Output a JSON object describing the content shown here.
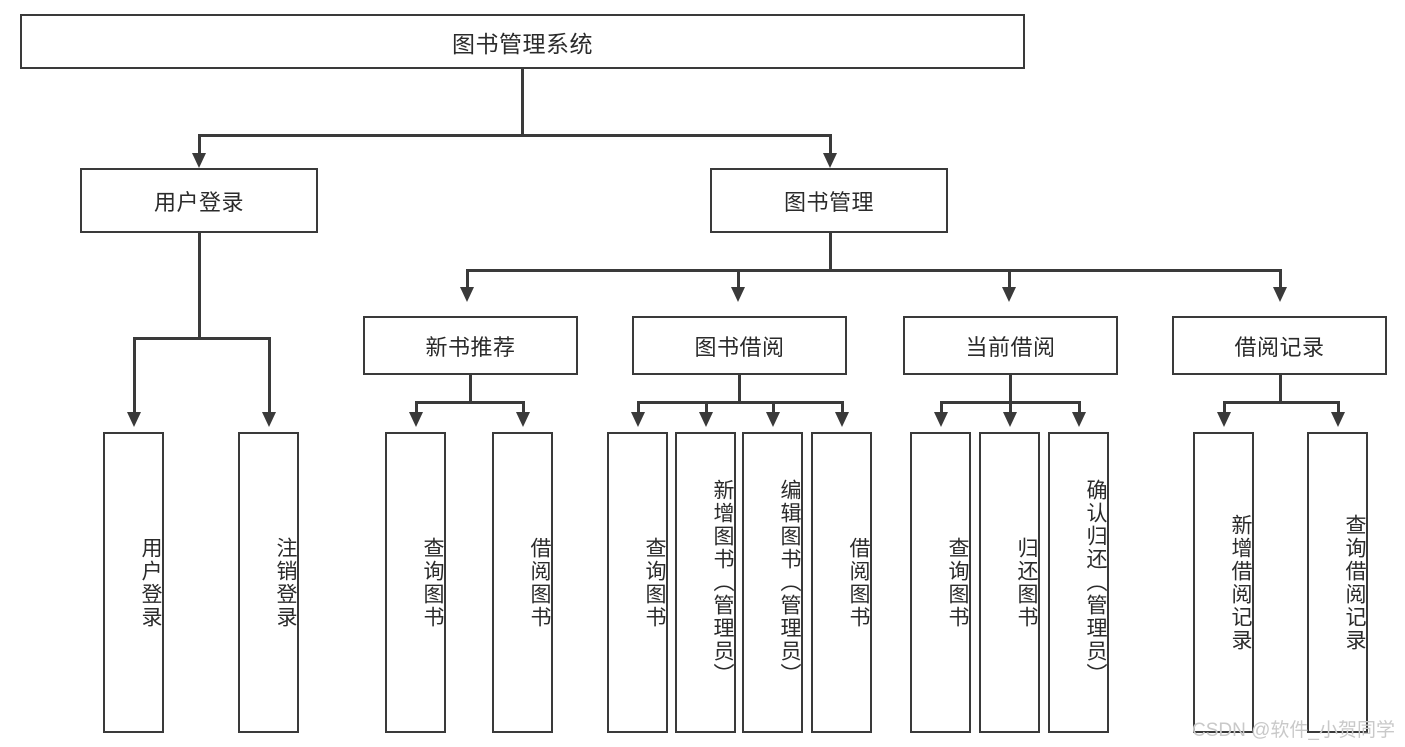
{
  "diagram": {
    "title": "图书管理系统",
    "type": "tree",
    "watermark": "CSDN @软件_小贺同学",
    "colors": {
      "stroke": "#3a3a3a",
      "box_fill": "#ffffff",
      "text": "#2b2b2b",
      "watermark": "#c9c9c9",
      "background": "#ffffff"
    }
  },
  "nodes": {
    "root": {
      "label": "图书管理系统"
    },
    "level2": [
      {
        "label": "用户登录"
      },
      {
        "label": "图书管理"
      }
    ],
    "level3": [
      {
        "label": "新书推荐"
      },
      {
        "label": "图书借阅"
      },
      {
        "label": "当前借阅"
      },
      {
        "label": "借阅记录"
      }
    ],
    "leaves": {
      "user_login": [
        {
          "label": "用户登录"
        },
        {
          "label": "注销登录"
        }
      ],
      "new_book_recommend": [
        {
          "label": "查询图书"
        },
        {
          "label": "借阅图书"
        }
      ],
      "book_borrow": [
        {
          "label": "查询图书"
        },
        {
          "label": "新增图书（管理员）"
        },
        {
          "label": "编辑图书（管理员）"
        },
        {
          "label": "借阅图书"
        }
      ],
      "current_borrow": [
        {
          "label": "查询图书"
        },
        {
          "label": "归还图书"
        },
        {
          "label": "确认归还（管理员）"
        }
      ],
      "borrow_record": [
        {
          "label": "新增借阅记录"
        },
        {
          "label": "查询借阅记录"
        }
      ]
    }
  }
}
